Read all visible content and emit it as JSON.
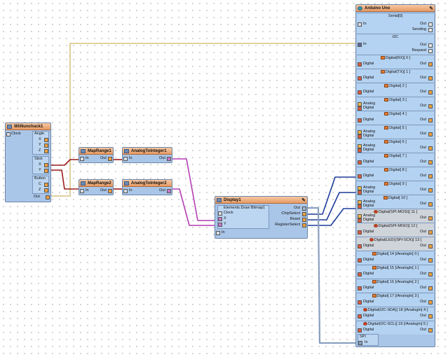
{
  "colors": {
    "wire_yellow": "#c8b26a",
    "wire_red": "#9c1b1b",
    "wire_magenta": "#b43fb4",
    "wire_blue": "#1f3c9c",
    "wire_grey": "#8a9fbf",
    "component_body": "#a9c6e8",
    "component_title": "#e69a64"
  },
  "wiinunchuck": {
    "title": "WiiNunchuck1",
    "clock": "Clock",
    "angle": {
      "label": "Angle",
      "x": "X",
      "y": "Y",
      "z": "Z"
    },
    "stick": {
      "label": "Stick",
      "x": "X",
      "y": "Y"
    },
    "button": {
      "label": "Button",
      "c": "C",
      "z": "Z"
    },
    "out": "Out"
  },
  "maprange1": {
    "title": "MapRange1",
    "in": "In",
    "out": "Out"
  },
  "maprange2": {
    "title": "MapRange2",
    "in": "In",
    "out": "Out"
  },
  "analog1": {
    "title": "AnalogToInteger1",
    "in": "In",
    "out": "Out"
  },
  "analog2": {
    "title": "AnalogToInteger2",
    "in": "In",
    "out": "Out"
  },
  "display": {
    "title": "Display1",
    "element": "Elements.Draw Bitmap1",
    "clock": "Clock",
    "x": "X",
    "y": "Y",
    "in": "In",
    "out": "Out",
    "chipselect": "ChipSelect",
    "reset": "Reset",
    "regsel": "RegisterSelect"
  },
  "arduino": {
    "title": "Arduino Uno",
    "serial": {
      "label": "Serial[0]",
      "in": "In",
      "out": "Out",
      "sending": "Sending"
    },
    "i2c": {
      "label": "I2C",
      "in": "In",
      "out": "Out",
      "request": "Request"
    },
    "rows": [
      {
        "label": "Digital(RX)[ 0 ]",
        "left": [
          "Digital"
        ],
        "out": "Out",
        "icon": "orange",
        "grey": false
      },
      {
        "label": "Digital(TX)[ 1 ]",
        "left": [
          "Digital"
        ],
        "out": "Out",
        "icon": "orange",
        "grey": false
      },
      {
        "label": "Digital[ 2 ]",
        "left": [
          "Digital"
        ],
        "out": "Out",
        "icon": "orange",
        "grey": false
      },
      {
        "label": "Digital[ 3 ]",
        "left": [
          "Analog",
          "Digital"
        ],
        "out": "Out",
        "icon": "orange",
        "grey": false
      },
      {
        "label": "Digital[ 4 ]",
        "left": [
          "Digital"
        ],
        "out": "Out",
        "icon": "orange",
        "grey": false
      },
      {
        "label": "Digital[ 5 ]",
        "left": [
          "Analog",
          "Digital"
        ],
        "out": "Out",
        "icon": "orange",
        "grey": false
      },
      {
        "label": "Digital[ 6 ]",
        "left": [
          "Analog",
          "Digital"
        ],
        "out": "Out",
        "icon": "orange",
        "grey": false
      },
      {
        "label": "Digital[ 7 ]",
        "left": [
          "Digital"
        ],
        "out": "Out",
        "icon": "orange",
        "grey": false
      },
      {
        "label": "Digital[ 8 ]",
        "left": [
          "Digital"
        ],
        "out": "Out",
        "icon": "orange",
        "grey": false
      },
      {
        "label": "Digital[ 9 ]",
        "left": [
          "Analog",
          "Digital"
        ],
        "out": "Out",
        "icon": "orange",
        "grey": false
      },
      {
        "label": "Digital[ 10 ]",
        "left": [
          "Analog",
          "Digital"
        ],
        "out": "Out",
        "icon": "orange",
        "grey": false
      },
      {
        "label": "Digital(SPI-MOSI)[ 11 ]",
        "left": [
          "Analog",
          "Digital"
        ],
        "out": "Out",
        "icon": "red",
        "grey": true
      },
      {
        "label": "Digital(SPI-MISO)[ 12 ]",
        "left": [
          "Digital"
        ],
        "out": "Out",
        "icon": "red",
        "grey": true
      },
      {
        "label": "Digital(LED)(SPI-SCK)[ 13 ]",
        "left": [
          "Digital"
        ],
        "out": "Out",
        "icon": "red",
        "grey": true
      },
      {
        "label": "Digital[ 14 ]/AnalogIn[ 0 ]",
        "left": [
          "Digital"
        ],
        "out": "Out",
        "icon": "orange",
        "grey": false
      },
      {
        "label": "Digital[ 15 ]/AnalogIn[ 1 ]",
        "left": [
          "Digital"
        ],
        "out": "Out",
        "icon": "orange",
        "grey": false
      },
      {
        "label": "Digital[ 16 ]/AnalogIn[ 2 ]",
        "left": [
          "Digital"
        ],
        "out": "Out",
        "icon": "orange",
        "grey": false
      },
      {
        "label": "Digital[ 17 ]/AnalogIn[ 3 ]",
        "left": [
          "Digital"
        ],
        "out": "Out",
        "icon": "orange",
        "grey": false
      },
      {
        "label": "Digital(I2C-SDA)[ 18 ]/AnalogIn[ 4 ]",
        "left": [
          "Digital"
        ],
        "out": "Out",
        "icon": "red",
        "grey": false
      },
      {
        "label": "Digital(I2C-SCL)[ 19 ]/AnalogIn[ 5 ]",
        "left": [
          "Digital"
        ],
        "out": "Out",
        "icon": "red",
        "grey": false
      }
    ],
    "spi": {
      "label": "SPI",
      "in": "In"
    }
  }
}
